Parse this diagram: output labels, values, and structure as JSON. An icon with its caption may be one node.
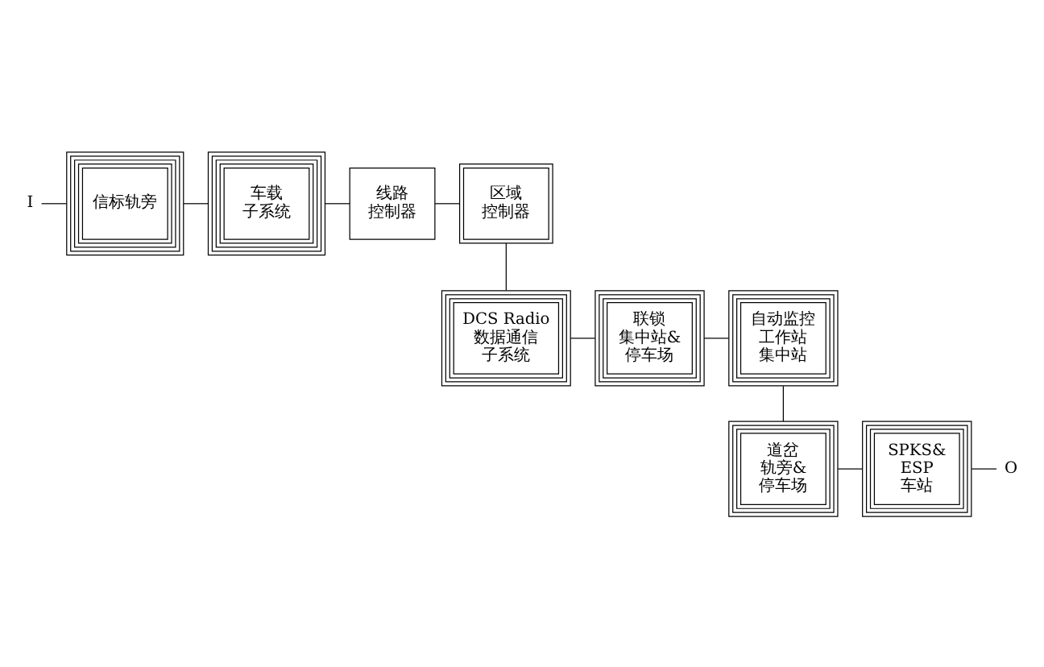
{
  "diagram": {
    "nodes": [
      {
        "text": [
          "I"
        ]
      },
      {
        "text": [
          "信标轨旁"
        ]
      },
      {
        "text": [
          "车载子系统"
        ]
      },
      {
        "text": [
          "线路控制器"
        ]
      },
      {
        "text": [
          "区域控制器"
        ]
      },
      {
        "text": [
          "DCS Radio 数据通信子系统"
        ]
      },
      {
        "text": [
          "联锁集中站&停车场"
        ]
      },
      {
        "text": [
          "自动监控工作站集中站"
        ]
      },
      {
        "text": [
          "道岔轨旁&停车场"
        ]
      },
      {
        "text": [
          "SPKS&ESP车站"
        ]
      },
      {
        "text": [
          "O"
        ]
      }
    ],
    "edges": [
      {
        "from": 0,
        "to": 1,
        "arrow": "none"
      },
      {
        "from": 1,
        "to": 2,
        "arrow": "none"
      },
      {
        "from": 2,
        "to": 3,
        "arrow": "none"
      },
      {
        "from": 3,
        "to": 4,
        "arrow": "none"
      },
      {
        "from": 4,
        "to": 5,
        "arrow": "none"
      },
      {
        "from": 5,
        "to": 6,
        "arrow": "none"
      },
      {
        "from": 6,
        "to": 7,
        "arrow": "none"
      },
      {
        "from": 7,
        "to": 8,
        "arrow": "none"
      },
      {
        "from": 8,
        "to": 9,
        "arrow": "none"
      },
      {
        "from": 9,
        "to": 10,
        "arrow": "none"
      }
    ]
  }
}
